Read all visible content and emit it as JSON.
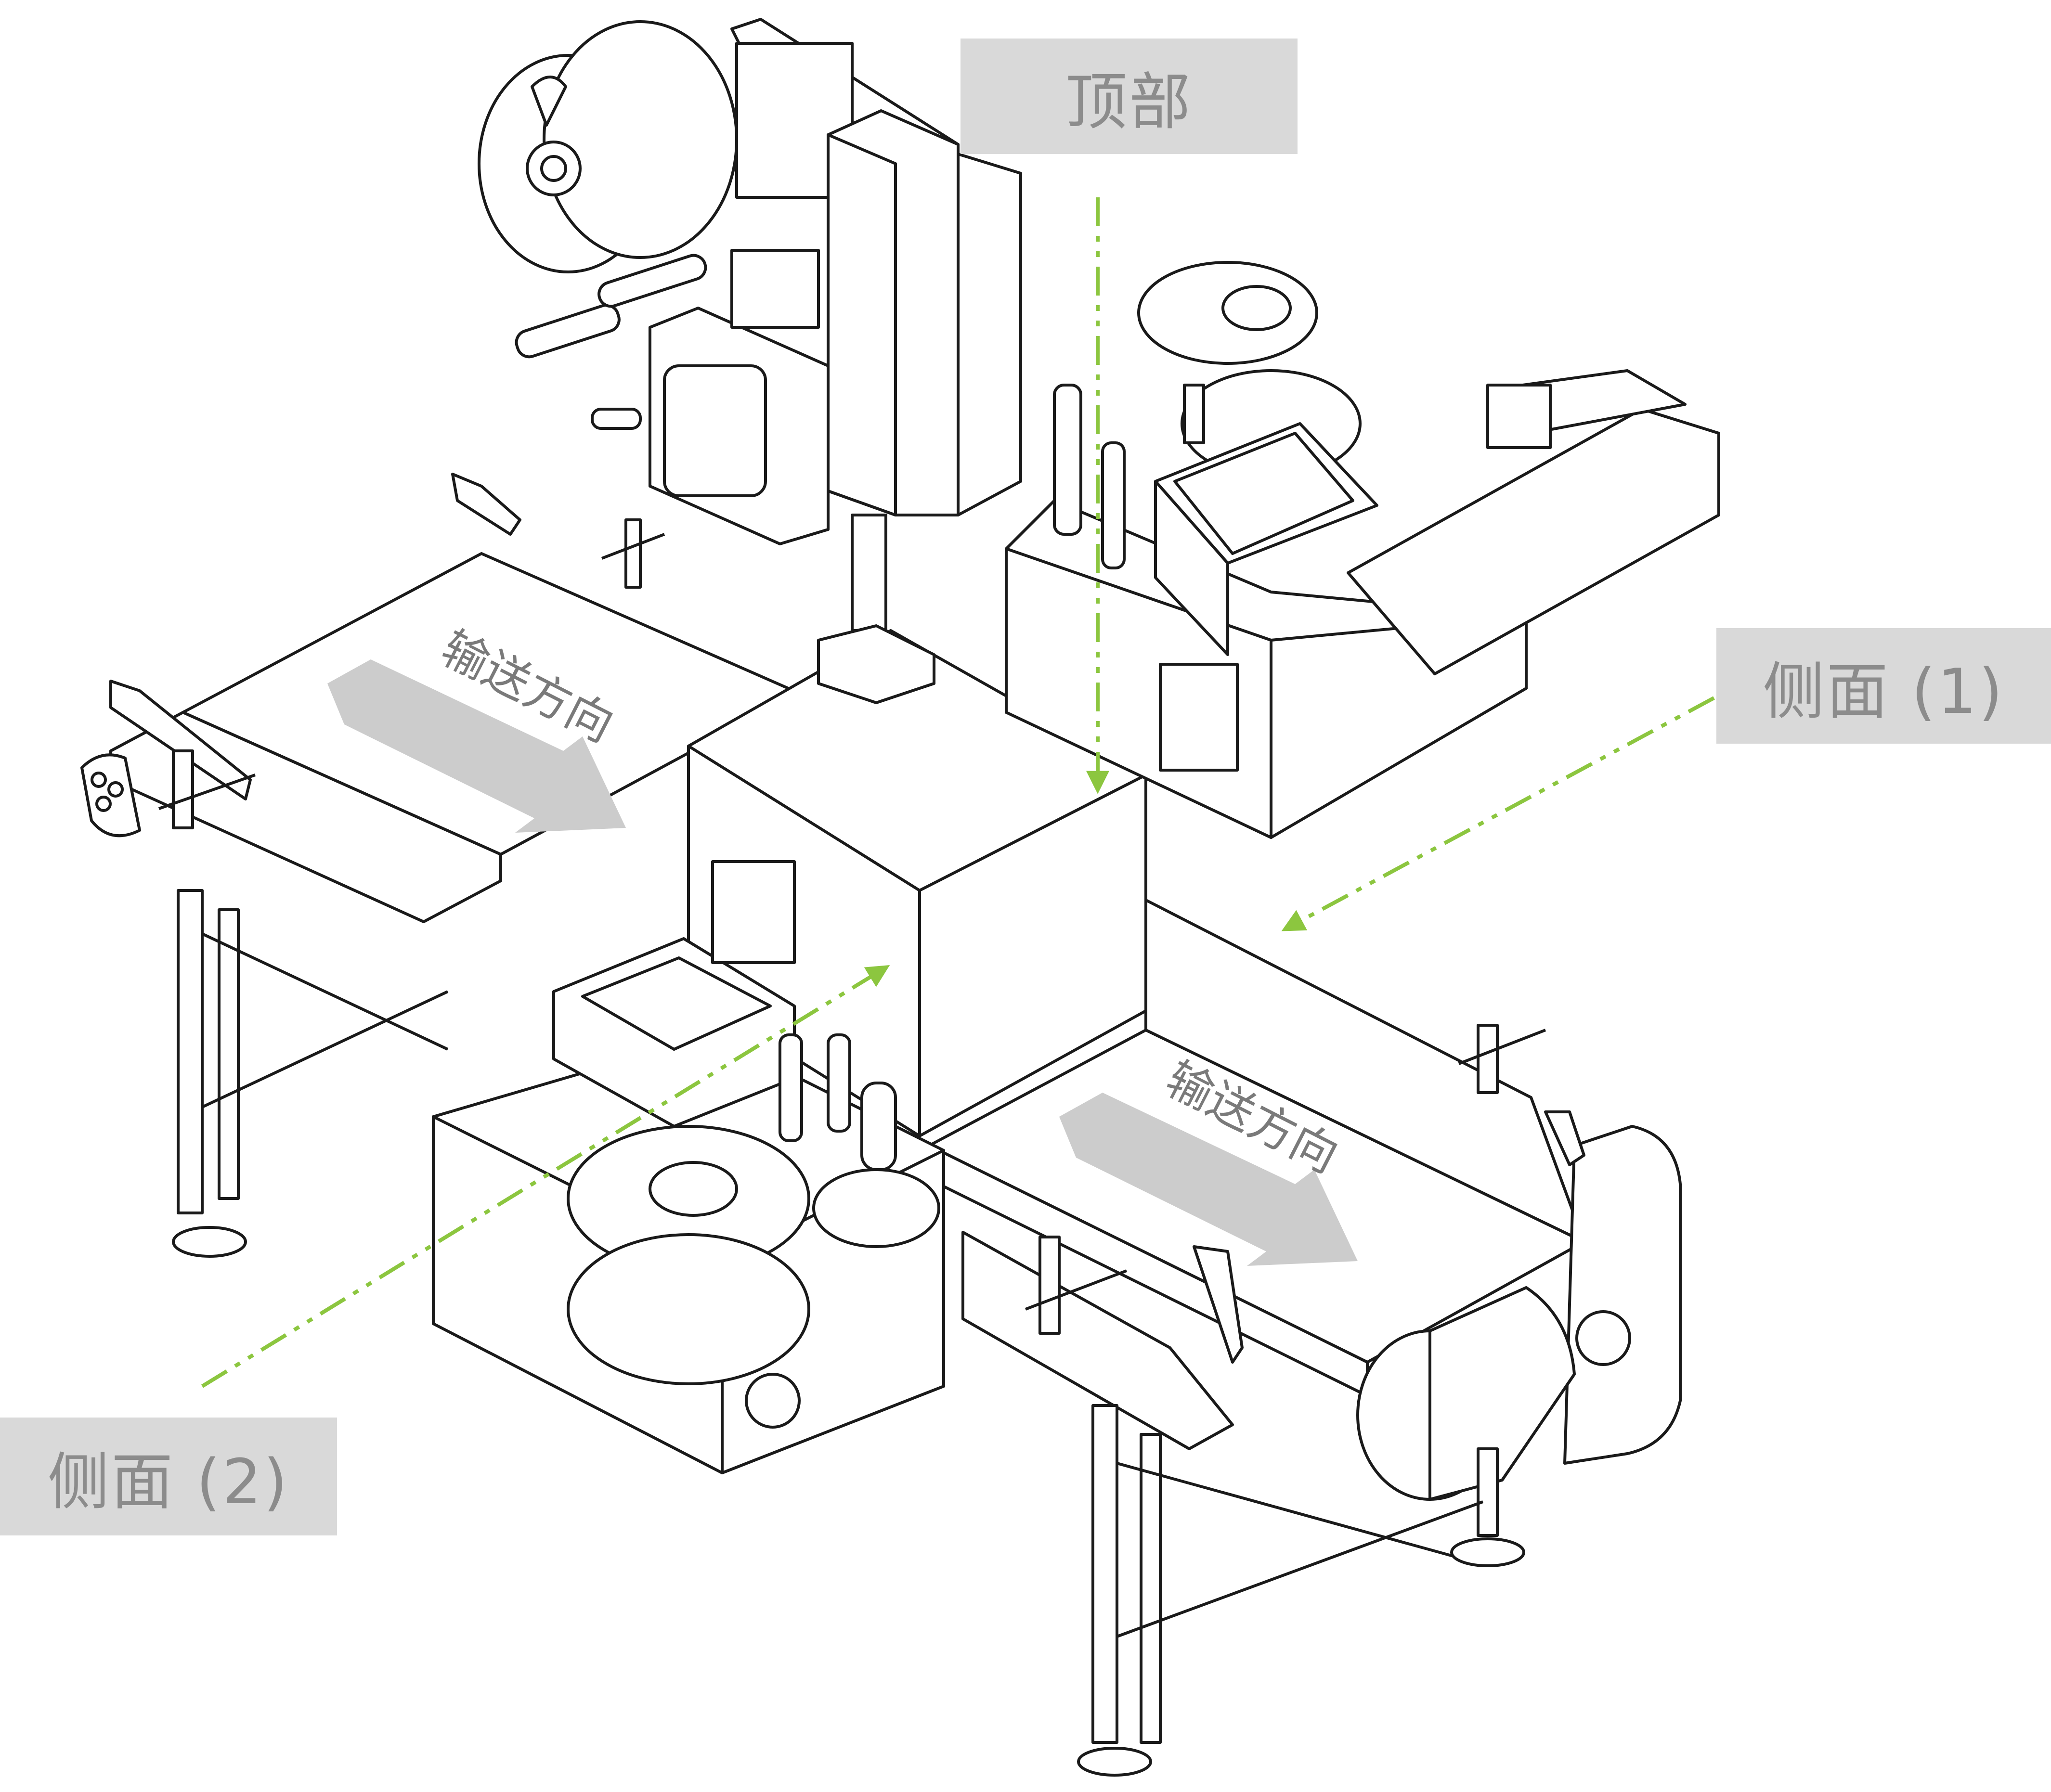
{
  "labels": {
    "top": "顶部",
    "side_1": "侧面 (1)",
    "side_2": "侧面 (2)"
  },
  "conveyor": {
    "direction_label_left": "输送方向",
    "direction_label_right": "输送方向"
  },
  "colors": {
    "line": "#1a1a1a",
    "accent_green": "#8cc63f",
    "label_bg": "#d9d9d9",
    "label_text": "#8c8c8c",
    "arrow_gray": "#cccccc"
  }
}
